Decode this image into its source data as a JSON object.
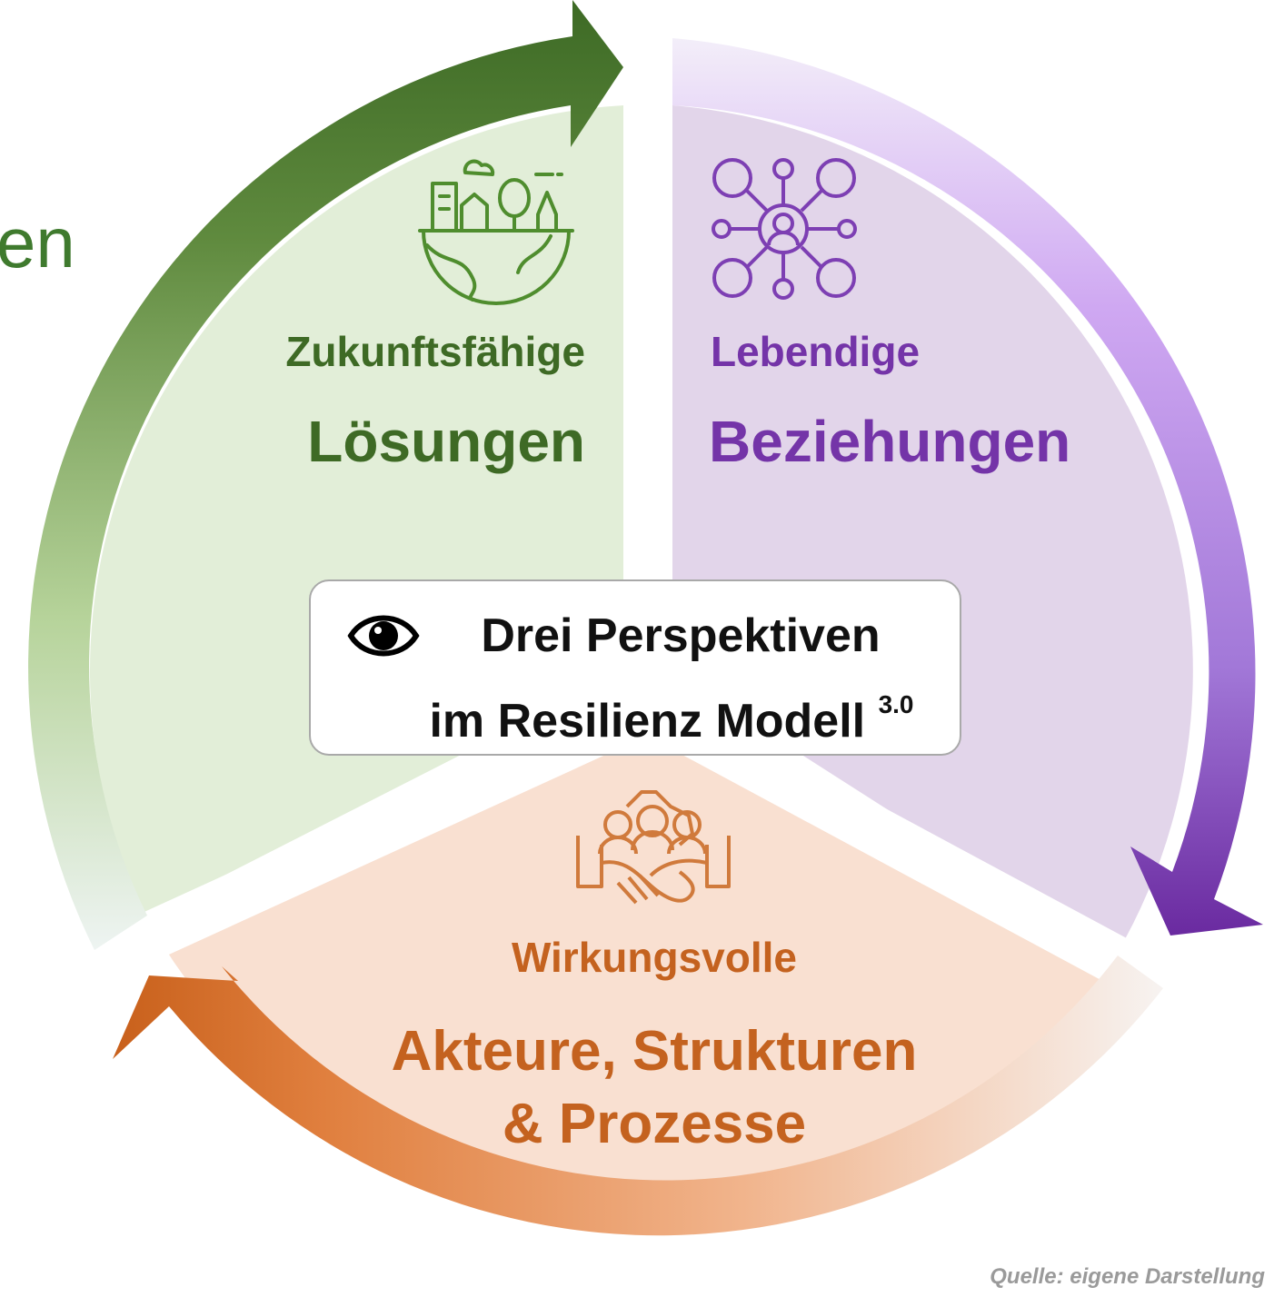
{
  "colors": {
    "green_dark": "#3e6a25",
    "green_fill": "#e2eed8",
    "purple_dark": "#6a2aa0",
    "purple_fill": "#e2d5ea",
    "orange_dark": "#c4621f",
    "orange_fill": "#f9e0d1",
    "box_border": "#a9a9a9"
  },
  "edge_fragment": "en",
  "segments": {
    "green": {
      "subtitle": "Zukunftsfähige",
      "title": "Lösungen",
      "icon": "earth-city-tree-icon"
    },
    "purple": {
      "subtitle": "Lebendige",
      "title": "Beziehungen",
      "icon": "people-network-icon"
    },
    "orange": {
      "subtitle": "Wirkungsvolle",
      "title_line1": "Akteure, Strukturen",
      "title_line2": "& Prozesse",
      "icon": "gear-people-handshake-icon"
    }
  },
  "center": {
    "line1": "Drei Perspektiven",
    "line2": "im Resilienz Modell",
    "superscript": "3.0",
    "icon": "eye-icon"
  },
  "source": "Quelle: eigene Darstellung"
}
